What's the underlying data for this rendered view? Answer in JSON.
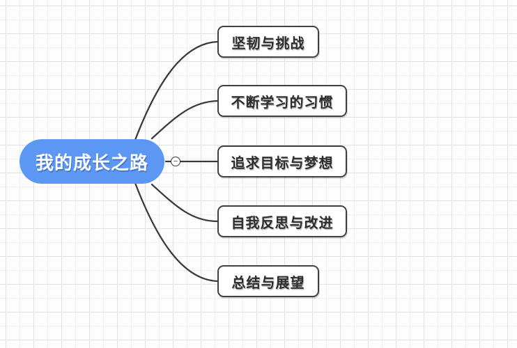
{
  "mindmap": {
    "root": {
      "label": "我的成长之路",
      "fill_color": "#5B97F3",
      "text_color": "#FFFFFF"
    },
    "children": [
      {
        "label": "坚韧与挑战"
      },
      {
        "label": "不断学习的习惯"
      },
      {
        "label": "追求目标与梦想"
      },
      {
        "label": "自我反思与改进"
      },
      {
        "label": "总结与展望"
      }
    ],
    "collapse_toggle": {
      "symbol": "−",
      "state": "expanded"
    },
    "colors": {
      "branch_line": "#3A3A3A",
      "child_border": "#404040",
      "child_bg": "#FFFFFF",
      "child_text": "#2D2D2D",
      "grid_minor": "#EFEFEF",
      "grid_major": "#E2E2E2",
      "canvas_bg": "#FDFDFD"
    }
  }
}
